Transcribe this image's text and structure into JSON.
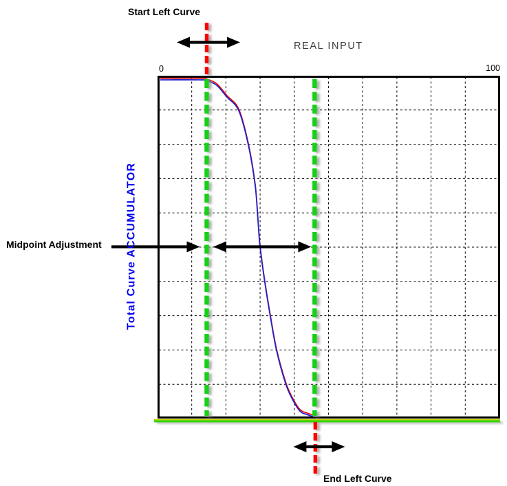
{
  "figure": {
    "labels": {
      "start_left_curve": "Start Left Curve",
      "midpoint_adjustment": "Midpoint Adjustment",
      "end_left_curve": "End Left Curve"
    },
    "axes": {
      "x_title": "REAL INPUT",
      "y_title": "Total Curve ACCUMULATOR",
      "x_tick_min": "0",
      "x_tick_max": "100"
    },
    "colors": {
      "handle_red": "#ff0000",
      "marker_green": "#17d117",
      "curve_blue": "#2222cc",
      "curve_red": "#ee0000",
      "baseline_green": "#33d400",
      "baseline_yellow": "#c6d600",
      "y_title_blue": "#0000ee",
      "x_title_gray": "#3c3c3c",
      "ink_black": "#000000"
    }
  },
  "chart_data": {
    "type": "line",
    "title": "",
    "xlabel": "REAL INPUT",
    "ylabel": "Total Curve ACCUMULATOR",
    "x_range": [
      0,
      100
    ],
    "y_range": [
      0,
      1
    ],
    "x_ticks": [
      "0",
      "100"
    ],
    "grid": "10x10 black dashed",
    "series": [
      {
        "name": "left curve (descending sigmoid)",
        "points": [
          [
            0.7,
            1.0
          ],
          [
            12.2,
            1.0
          ],
          [
            14.2,
            0.998
          ],
          [
            17.2,
            0.984
          ],
          [
            20.2,
            0.949
          ],
          [
            23.7,
            0.908
          ],
          [
            26.5,
            0.806
          ],
          [
            28.5,
            0.685
          ],
          [
            29.3,
            0.583
          ],
          [
            29.9,
            0.505
          ],
          [
            31.3,
            0.399
          ],
          [
            32.9,
            0.299
          ],
          [
            34.7,
            0.198
          ],
          [
            37.4,
            0.098
          ],
          [
            39.4,
            0.051
          ],
          [
            41.6,
            0.016
          ],
          [
            43.6,
            0.006
          ],
          [
            45.4,
            0.0
          ]
        ]
      }
    ],
    "markers": {
      "start_left_curve_x": 14.3,
      "midpoint_x": 29.9,
      "end_left_curve_x": 45.9
    }
  }
}
